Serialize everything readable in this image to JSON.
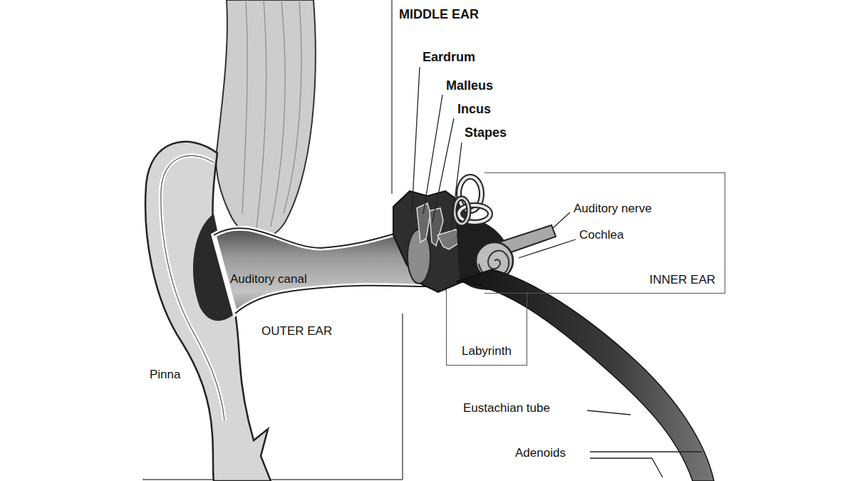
{
  "diagram": {
    "nodes": [
      {
        "text": [
          "INNER EAR"
        ]
      },
      {
        "text": [
          "Labyrinth"
        ]
      }
    ],
    "labels": [
      "MIDDLE EAR",
      "Eardrum",
      "Malleus",
      "Incus",
      "Stapes",
      "Auditory nerve",
      "Cochlea",
      "Auditory canal",
      "OUTER EAR",
      "Pinna",
      "Eustachian tube",
      "Adenoids"
    ]
  }
}
